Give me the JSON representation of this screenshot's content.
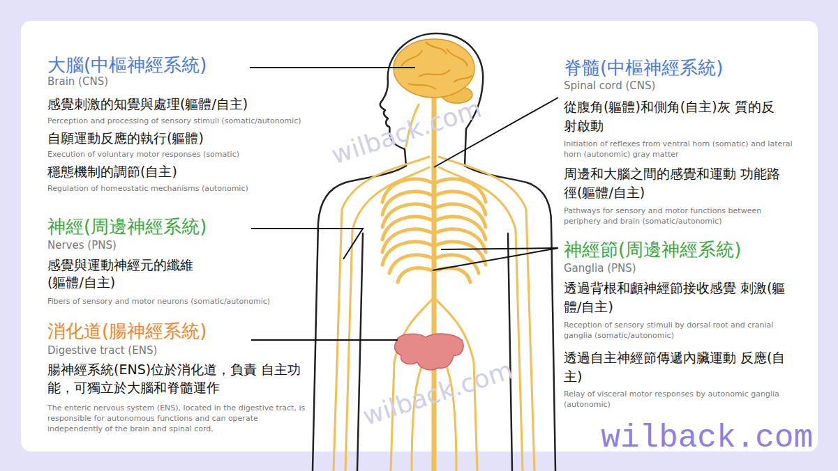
{
  "diagram": {
    "labels": [
      "大腦(中樞神經系統)",
      "Brain (CNS)",
      "感覺刺激的知覺與處理(軀體/自主)",
      "Perception and processing of sensory stimuli (somatic/autonomic)",
      "自願運動反應的執行(軀體)",
      "Execution of voluntary motor responses (somatic)",
      "穩態機制的調節(自主)",
      "Regulation of homeostatic mechanisms (autonomic)",
      "神經(周邊神經系統)",
      "Nerves (PNS)",
      "感覺與運動神經元的纖維 (軀體/自主)",
      "Fibers of sensory and motor neurons (somatic/autonomic)",
      "消化道(腸神經系統)",
      "Digestive tract (ENS)",
      "腸神經系統(ENS)位於消化道，負責 自主功能，可獨立於大腦和脊髓運作",
      "The enteric nervous system (ENS), located in the digestive tract, is responsible for autonomous functions and can operate independently of the brain and spinal cord.",
      "脊髓(中樞神經系統)",
      "Spinal cord (CNS)",
      "從腹角(軀體)和側角(自主)灰 質的反射啟動",
      "Initiation of reflexes from ventral horn (somatic) and lateral horn (autonomic) gray matter",
      "周邊和大腦之間的感覺和運動 功能路徑(軀體/自主)",
      "Pathways for sensory and motor functions between periphery and brain (somatic/autonomic)",
      "神經節(周邊神經系統)",
      "Ganglia (PNS)",
      "透過背根和顱神經節接收感覺 刺激(軀體/自主)",
      "Reception of sensory stimuli by dorsal root and cranial ganglia (somatic/autonomic)",
      "透過自主神經節傳遞內臟運動 反應(自主)",
      "Relay of visceral motor responses by autonomic ganglia (autonomic)",
      "wilback.com",
      "wilback.com",
      "wilback.com"
    ]
  }
}
